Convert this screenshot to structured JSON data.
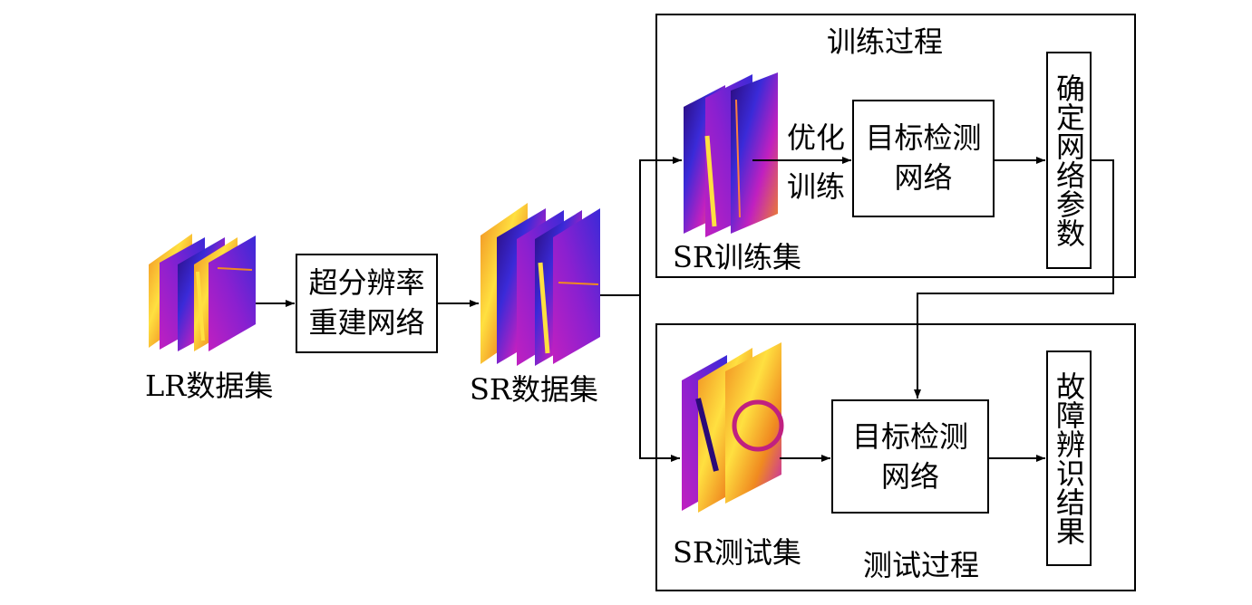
{
  "lr_dataset_label": "LR数据集",
  "sr_network": {
    "line1": "超分辨率",
    "line2": "重建网络"
  },
  "sr_dataset_label": "SR数据集",
  "training": {
    "title": "训练过程",
    "optimize_line1": "优化",
    "optimize_line2": "训练",
    "detector_line1": "目标检测",
    "detector_line2": "网络",
    "params": "确定网络参数",
    "set_label": "SR训练集"
  },
  "testing": {
    "title": "测试过程",
    "detector_line1": "目标检测",
    "detector_line2": "网络",
    "result": "故障辨识结果",
    "set_label": "SR测试集"
  },
  "colors": {
    "thermal_dark": "#2a0a78",
    "thermal_blue": "#3a2ad8",
    "thermal_magenta": "#c020c0",
    "thermal_orange": "#f08a20",
    "thermal_yellow": "#ffe040"
  }
}
